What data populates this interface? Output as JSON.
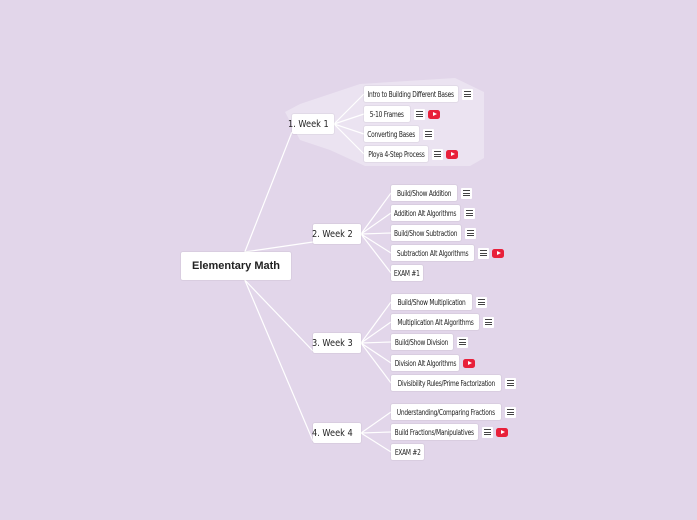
{
  "root": {
    "label": "Elementary Math"
  },
  "weeks": [
    {
      "label": "1. Week 1",
      "items": [
        {
          "label": "Intro to Building Different Bases",
          "note": true,
          "video": false
        },
        {
          "label": "5-10 Frames",
          "note": true,
          "video": true
        },
        {
          "label": "Converting Bases",
          "note": true,
          "video": false
        },
        {
          "label": "Ploya 4-Step Process",
          "note": true,
          "video": true
        }
      ]
    },
    {
      "label": "2. Week 2",
      "items": [
        {
          "label": "Build/Show Addition",
          "note": true,
          "video": false
        },
        {
          "label": "Addition Alt Algorithms",
          "note": true,
          "video": false
        },
        {
          "label": "Build/Show Subtraction",
          "note": true,
          "video": false
        },
        {
          "label": "Subtraction Alt Algorithms",
          "note": true,
          "video": true
        },
        {
          "label": "EXAM #1",
          "note": false,
          "video": false
        }
      ]
    },
    {
      "label": "3. Week 3",
      "items": [
        {
          "label": "Build/Show Multiplication",
          "note": true,
          "video": false
        },
        {
          "label": "Multiplication Alt Algorithms",
          "note": true,
          "video": false
        },
        {
          "label": "Build/Show Division",
          "note": true,
          "video": false
        },
        {
          "label": "Division Alt Algorithms",
          "note": false,
          "video": true
        },
        {
          "label": "Divisibility Rules/Prime Factorization",
          "note": true,
          "video": false
        }
      ]
    },
    {
      "label": "4. Week 4",
      "items": [
        {
          "label": "Understanding/Comparing Fractions",
          "note": true,
          "video": false
        },
        {
          "label": "Build Fractions/Manipulatives",
          "note": true,
          "video": true
        },
        {
          "label": "EXAM #2",
          "note": false,
          "video": false
        }
      ]
    }
  ],
  "colors": {
    "background": "#e2d6ea",
    "highlight": "#ebe3f1",
    "line": "#ffffff",
    "video": "#e8203a"
  },
  "icons": {
    "note": "notes-icon",
    "video": "youtube-icon"
  }
}
